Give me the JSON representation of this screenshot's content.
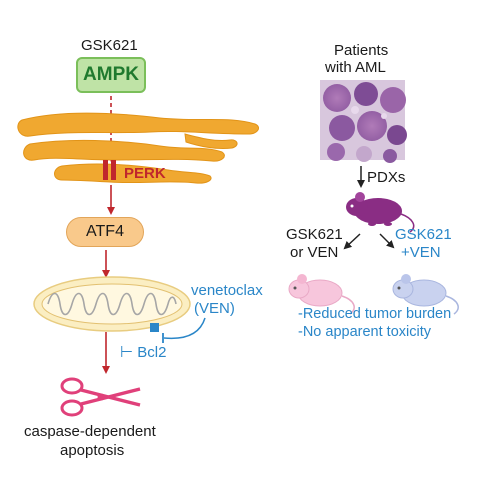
{
  "left_pathway": {
    "drug_label": "GSK621",
    "ampk_label": "AMPK",
    "perk_label": "PERK",
    "atf4_label": "ATF4",
    "venetoclax_label_line1": "venetoclax",
    "venetoclax_label_line2": "(VEN)",
    "bcl2_label": "⊢ Bcl2",
    "outcome_line1": "caspase-dependent",
    "outcome_line2": "apoptosis"
  },
  "right_panel": {
    "patients_line1": "Patients",
    "patients_line2": "with AML",
    "pdx_label": "PDXs",
    "arm1_line1": "GSK621",
    "arm1_line2": "or VEN",
    "arm2_line1": "GSK621",
    "arm2_line2": "+VEN",
    "result1": "-Reduced tumor burden",
    "result2": "-No apparent toxicity"
  },
  "colors": {
    "ampk_fill": "#bfe3a6",
    "er_fill": "#f0a830",
    "perk_red": "#c0272d",
    "atf4_fill": "#f9c98b",
    "mito_fill": "#fbeec2",
    "ven_blue": "#2a86c8",
    "scissors_pink": "#e0407a",
    "panel_fill": "#f9ecec",
    "purple_mouse": "#8a2d84",
    "pink_mouse": "#f7c6dc",
    "blue_mouse": "#c9d2ef"
  },
  "icons": [
    "endoplasmic-reticulum-icon",
    "mitochondrion-icon",
    "scissors-icon",
    "mouse-icon",
    "micrograph-icon"
  ]
}
